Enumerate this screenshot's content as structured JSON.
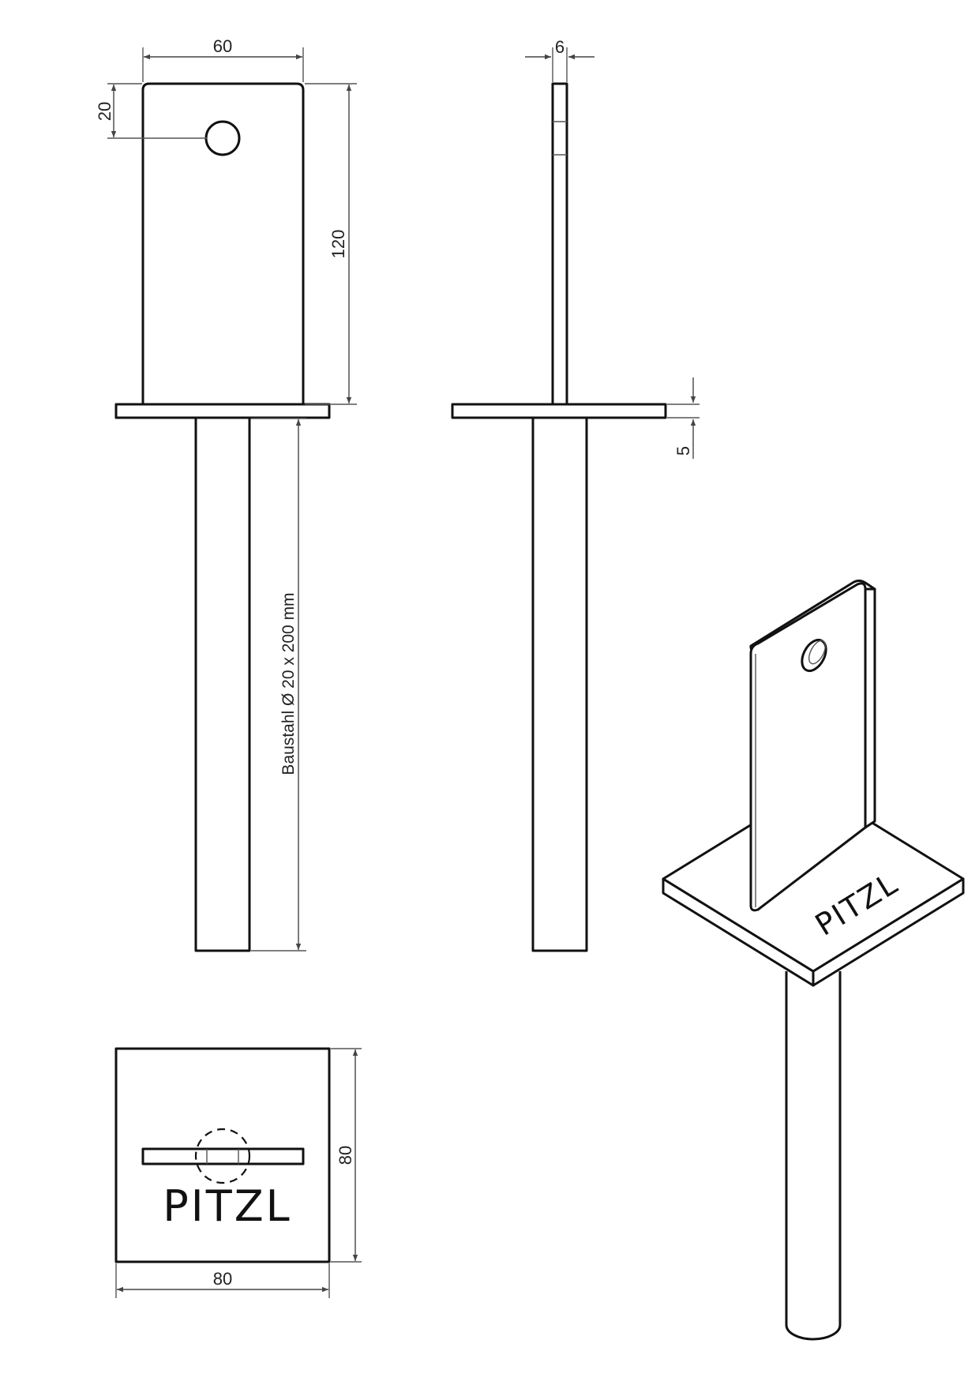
{
  "dimensions": {
    "plate_width": "60",
    "plate_thickness": "6",
    "hole_offset": "20",
    "plate_height": "120",
    "base_thickness": "5",
    "base_depth": "80",
    "base_width": "80"
  },
  "labels": {
    "rod_spec": "Baustahl Ø 20 x 200 mm"
  },
  "brand": {
    "top_view_text": "PITZL",
    "isometric_text": "PITZL"
  },
  "colors": {
    "line": "#111111",
    "dimension": "#444444",
    "background": "#ffffff"
  }
}
